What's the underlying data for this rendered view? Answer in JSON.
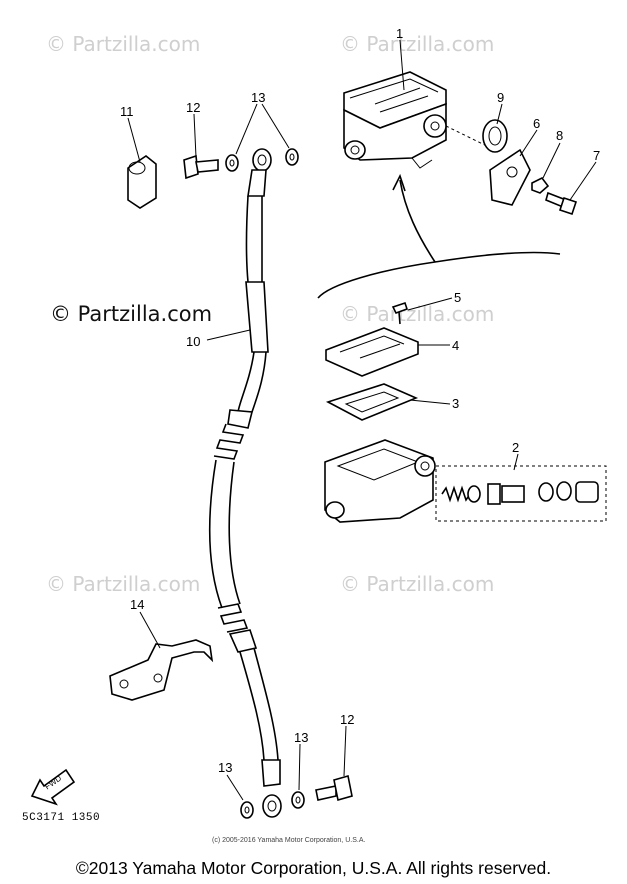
{
  "watermarks": {
    "faint": "© Partzilla.com",
    "strong": "© Partzilla.com"
  },
  "callouts": {
    "n1": "1",
    "n2": "2",
    "n3": "3",
    "n4": "4",
    "n5": "5",
    "n6": "6",
    "n7": "7",
    "n8": "8",
    "n9": "9",
    "n10": "10",
    "n11": "11",
    "n12a": "12",
    "n13a": "13",
    "n12b": "12",
    "n13b": "13",
    "n13c": "13",
    "n14": "14"
  },
  "fwd_label": "FWD",
  "diagram_code": "5C3171 1350",
  "small_copyright": "(c) 2005-2016 Yamaha Motor Corporation, U.S.A.",
  "footer_copyright": "©2013 Yamaha Motor Corporation, U.S.A. All rights reserved."
}
